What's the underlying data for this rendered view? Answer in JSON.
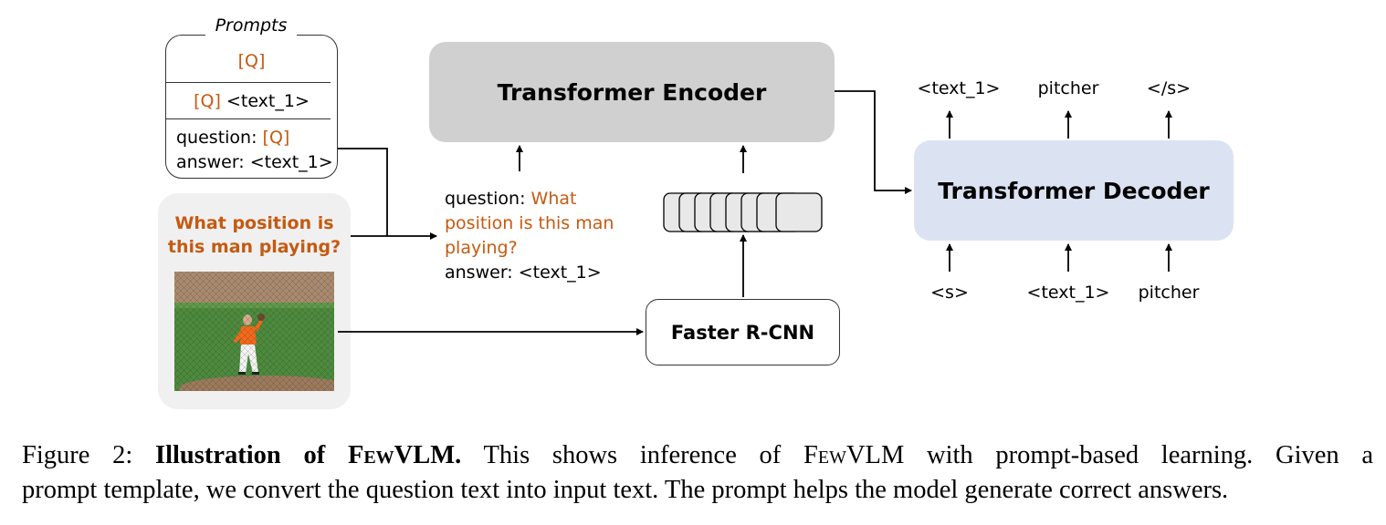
{
  "prompts": {
    "title": "Prompts",
    "row1": "[Q]",
    "row2_q": "[Q]",
    "row2_rest": " <text_1>",
    "row3_line1_prefix": "question: ",
    "row3_line1_q": "[Q]",
    "row3_line2": "answer: <text_1>"
  },
  "question": {
    "line1": "What position is",
    "line2": "this man playing?"
  },
  "input_text": {
    "line1_prefix": "question: ",
    "line1_orange": "What",
    "line2": "position is this man",
    "line3": "playing?",
    "line4": "answer: <text_1>"
  },
  "encoder": {
    "label": "Transformer Encoder"
  },
  "decoder": {
    "label": "Transformer Decoder",
    "outputs": [
      "<text_1>",
      "pitcher",
      "</s>"
    ],
    "inputs": [
      "<s>",
      "<text_1>",
      "pitcher"
    ]
  },
  "detector": {
    "label": "Faster R-CNN"
  },
  "caption": {
    "prefix": "Figure 2: ",
    "bold_a": "Illustration of ",
    "bold_sc": "FewVLM.",
    "text_a": " This shows inference of ",
    "sc_b": "FewVLM",
    "text_b": " with prompt-based learning. Given a",
    "line2": "prompt template, we convert the question text into input text. The prompt helps the model generate correct answers."
  },
  "colors": {
    "accent_orange": "#c55a11",
    "encoder_fill": "#d0d0d0",
    "decoder_fill": "#dbe3f3",
    "panel_fill": "#f0f0f0"
  }
}
